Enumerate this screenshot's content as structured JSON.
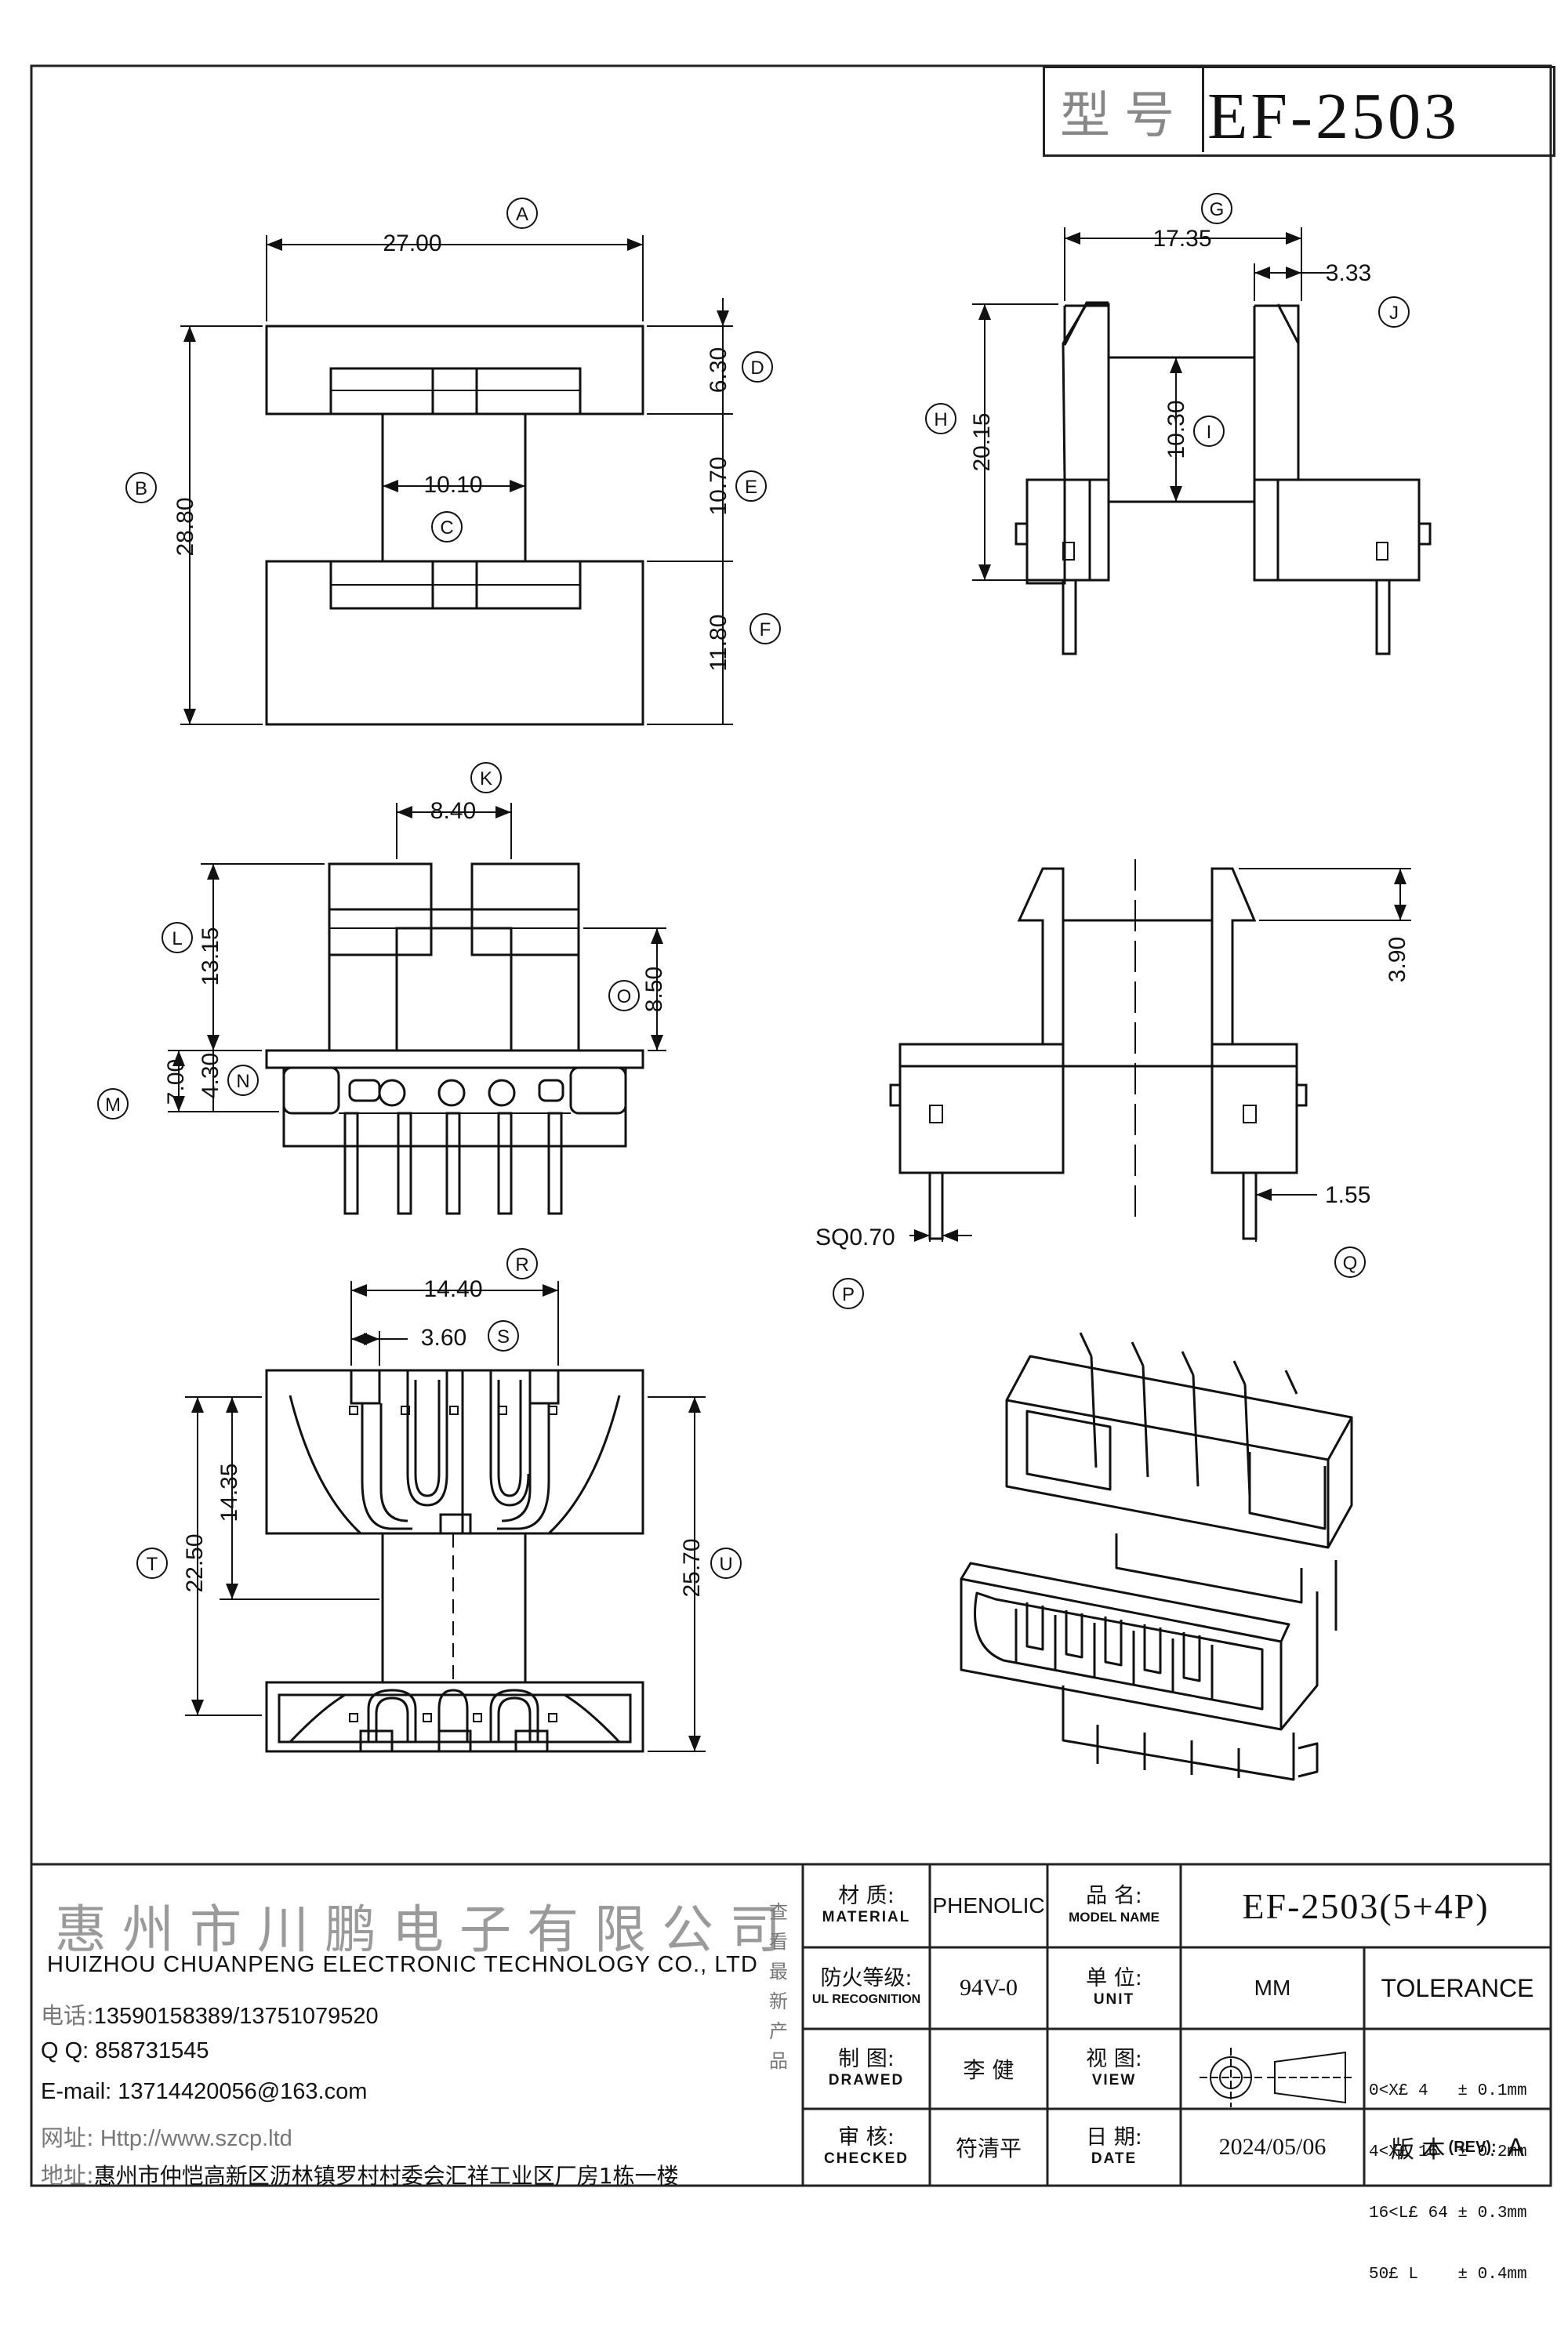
{
  "header": {
    "type_label": "型号",
    "model": "EF-2503"
  },
  "views": {
    "top": {
      "dims": {
        "A": "27.00",
        "B": "28.80",
        "C": "10.10",
        "D": "6.30",
        "E": "10.70",
        "F": "11.80"
      },
      "letters": [
        "A",
        "B",
        "C",
        "D",
        "E",
        "F"
      ]
    },
    "side": {
      "dims": {
        "G": "17.35",
        "J": "3.33",
        "H": "20.15",
        "I": "10.30"
      },
      "letters": [
        "G",
        "H",
        "I",
        "J"
      ]
    },
    "front": {
      "dims": {
        "K": "8.40",
        "L": "13.15",
        "O": "8.50",
        "M": "7.00",
        "N": "4.30"
      },
      "letters": [
        "K",
        "L",
        "M",
        "N",
        "O"
      ]
    },
    "section": {
      "dims": {
        "tab": "3.90",
        "pin_offset": "1.55",
        "pin_sq": "SQ0.70"
      },
      "letters": [
        "P",
        "Q"
      ]
    },
    "bottom": {
      "dims": {
        "R": "14.40",
        "S": "3.60",
        "T": "22.50",
        "T2": "14.35",
        "U": "25.70"
      },
      "letters": [
        "R",
        "S",
        "T",
        "U"
      ]
    }
  },
  "title_block": {
    "company_cn": "惠州市川鹏电子有限公司",
    "company_en": "HUIZHOU CHUANPENG ELECTRONIC TECHNOLOGY CO., LTD",
    "phone_label": "电话:",
    "phone": "13590158389/13751079520",
    "qq_label": "Q Q:",
    "qq": "858731545",
    "email_label": "E-mail:",
    "email": "13714420056@163.com",
    "web_label": "网址:",
    "web": "Http://www.szcp.ltd",
    "addr_label": "地址:",
    "address": "惠州市仲恺高新区沥林镇罗村村委会汇祥工业区厂房1栋一楼",
    "side_note": "查看最新产品",
    "material_cn": "材 质:",
    "material_en": "MATERIAL",
    "material_value": "PHENOLIC",
    "name_cn": "品 名:",
    "name_en": "MODEL NAME",
    "name_value": "EF-2503(5+4P)",
    "ul_cn": "防火等级:",
    "ul_en": "UL RECOGNITION",
    "ul_value": "94V-0",
    "unit_cn": "单 位:",
    "unit_en": "UNIT",
    "unit_value": "MM",
    "tolerance_title": "TOLERANCE",
    "drawn_cn": "制 图:",
    "drawn_en": "DRAWED",
    "drawn_value": "李 健",
    "view_cn": "视 图:",
    "view_en": "VIEW",
    "tolerance_rows": [
      "0<X£ 4   ± 0.1mm",
      "4<X£ 16  ± 0.2mm",
      "16<L£ 64 ± 0.3mm",
      "50£ L    ± 0.4mm"
    ],
    "checked_cn": "审 核:",
    "checked_en": "CHECKED",
    "checked_value": "符清平",
    "date_cn": "日 期:",
    "date_en": "DATE",
    "date_value": "2024/05/06",
    "rev_cn": "版 本",
    "rev_en": "(REV):",
    "rev_value": "A"
  },
  "colors": {
    "line": "#111111",
    "grey_text": "#8a8a8a"
  }
}
